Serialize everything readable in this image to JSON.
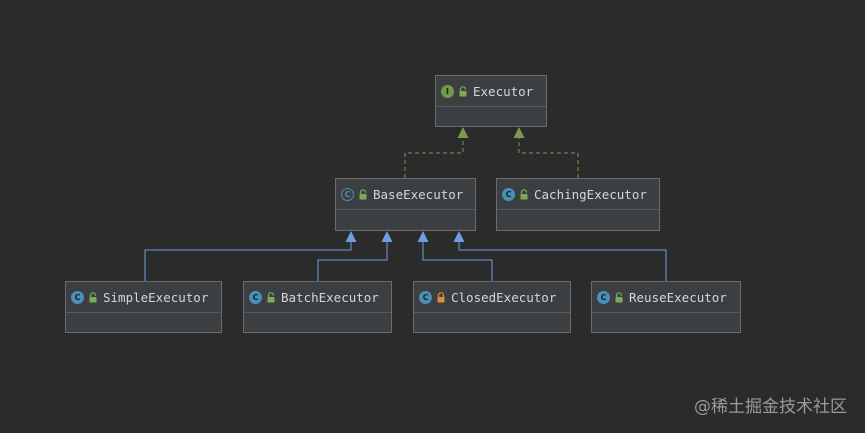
{
  "diagram": {
    "nodes": {
      "executor": {
        "label": "Executor",
        "kind": "interface",
        "kind_letter": "I",
        "visibility": "public"
      },
      "base_executor": {
        "label": "BaseExecutor",
        "kind": "abstract-class",
        "kind_letter": "C",
        "visibility": "public"
      },
      "caching_executor": {
        "label": "CachingExecutor",
        "kind": "class",
        "kind_letter": "C",
        "visibility": "public"
      },
      "simple_executor": {
        "label": "SimpleExecutor",
        "kind": "class",
        "kind_letter": "C",
        "visibility": "public"
      },
      "batch_executor": {
        "label": "BatchExecutor",
        "kind": "class",
        "kind_letter": "C",
        "visibility": "public"
      },
      "closed_executor": {
        "label": "ClosedExecutor",
        "kind": "class",
        "kind_letter": "C",
        "visibility": "private"
      },
      "reuse_executor": {
        "label": "ReuseExecutor",
        "kind": "class",
        "kind_letter": "C",
        "visibility": "public"
      }
    },
    "edges": [
      {
        "from": "base_executor",
        "to": "executor",
        "type": "implements"
      },
      {
        "from": "caching_executor",
        "to": "executor",
        "type": "implements"
      },
      {
        "from": "simple_executor",
        "to": "base_executor",
        "type": "extends"
      },
      {
        "from": "batch_executor",
        "to": "base_executor",
        "type": "extends"
      },
      {
        "from": "closed_executor",
        "to": "base_executor",
        "type": "extends"
      },
      {
        "from": "reuse_executor",
        "to": "base_executor",
        "type": "extends"
      }
    ],
    "colors": {
      "implements_line": "#7e9a4e",
      "extends_line": "#6e9de0",
      "interface_icon": "#6f9a4a",
      "class_icon": "#4a8fb8",
      "lock_public": "#7faa55",
      "lock_private": "#e08a3a"
    }
  },
  "watermark": "@稀土掘金技术社区"
}
